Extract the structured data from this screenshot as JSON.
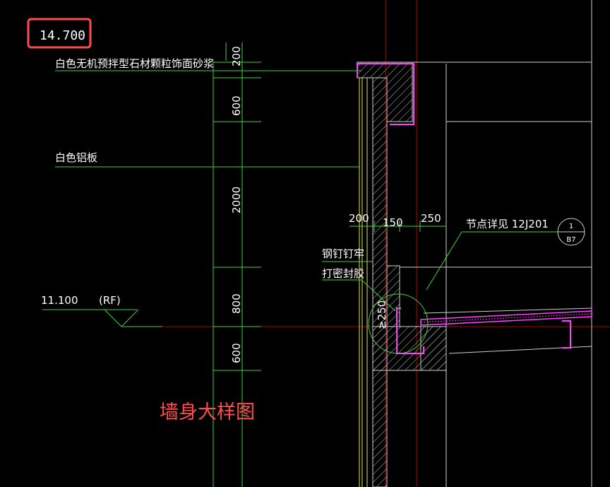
{
  "drawing": {
    "elevation_top": "14.700",
    "elevation_roof": "11.100",
    "roof_tag": "(RF)",
    "title": "墙身大样图",
    "notes": {
      "stone_mortar": "白色无机预拌型石材颗粒饰面砂浆",
      "aluminum_panel": "白色铝板",
      "steel_nail": "钢钉钉牢",
      "seal": "打密封胶",
      "node_detail": "节点详见 12J201"
    },
    "detail_tag": {
      "number": "1",
      "sheet": "B7"
    },
    "vertical_dims": [
      "200",
      "600",
      "2000",
      "800",
      "600"
    ],
    "horizontal_dims": [
      "200",
      "150",
      "250"
    ],
    "small_dim": "≥250"
  },
  "colors": {
    "background": "#000000",
    "green_line": "#3fd13f",
    "magenta": "#ff40ff",
    "yellow": "#e6e64a",
    "red_axis": "#b00000",
    "white": "#ffffff",
    "highlight": "#ff4d4d"
  }
}
